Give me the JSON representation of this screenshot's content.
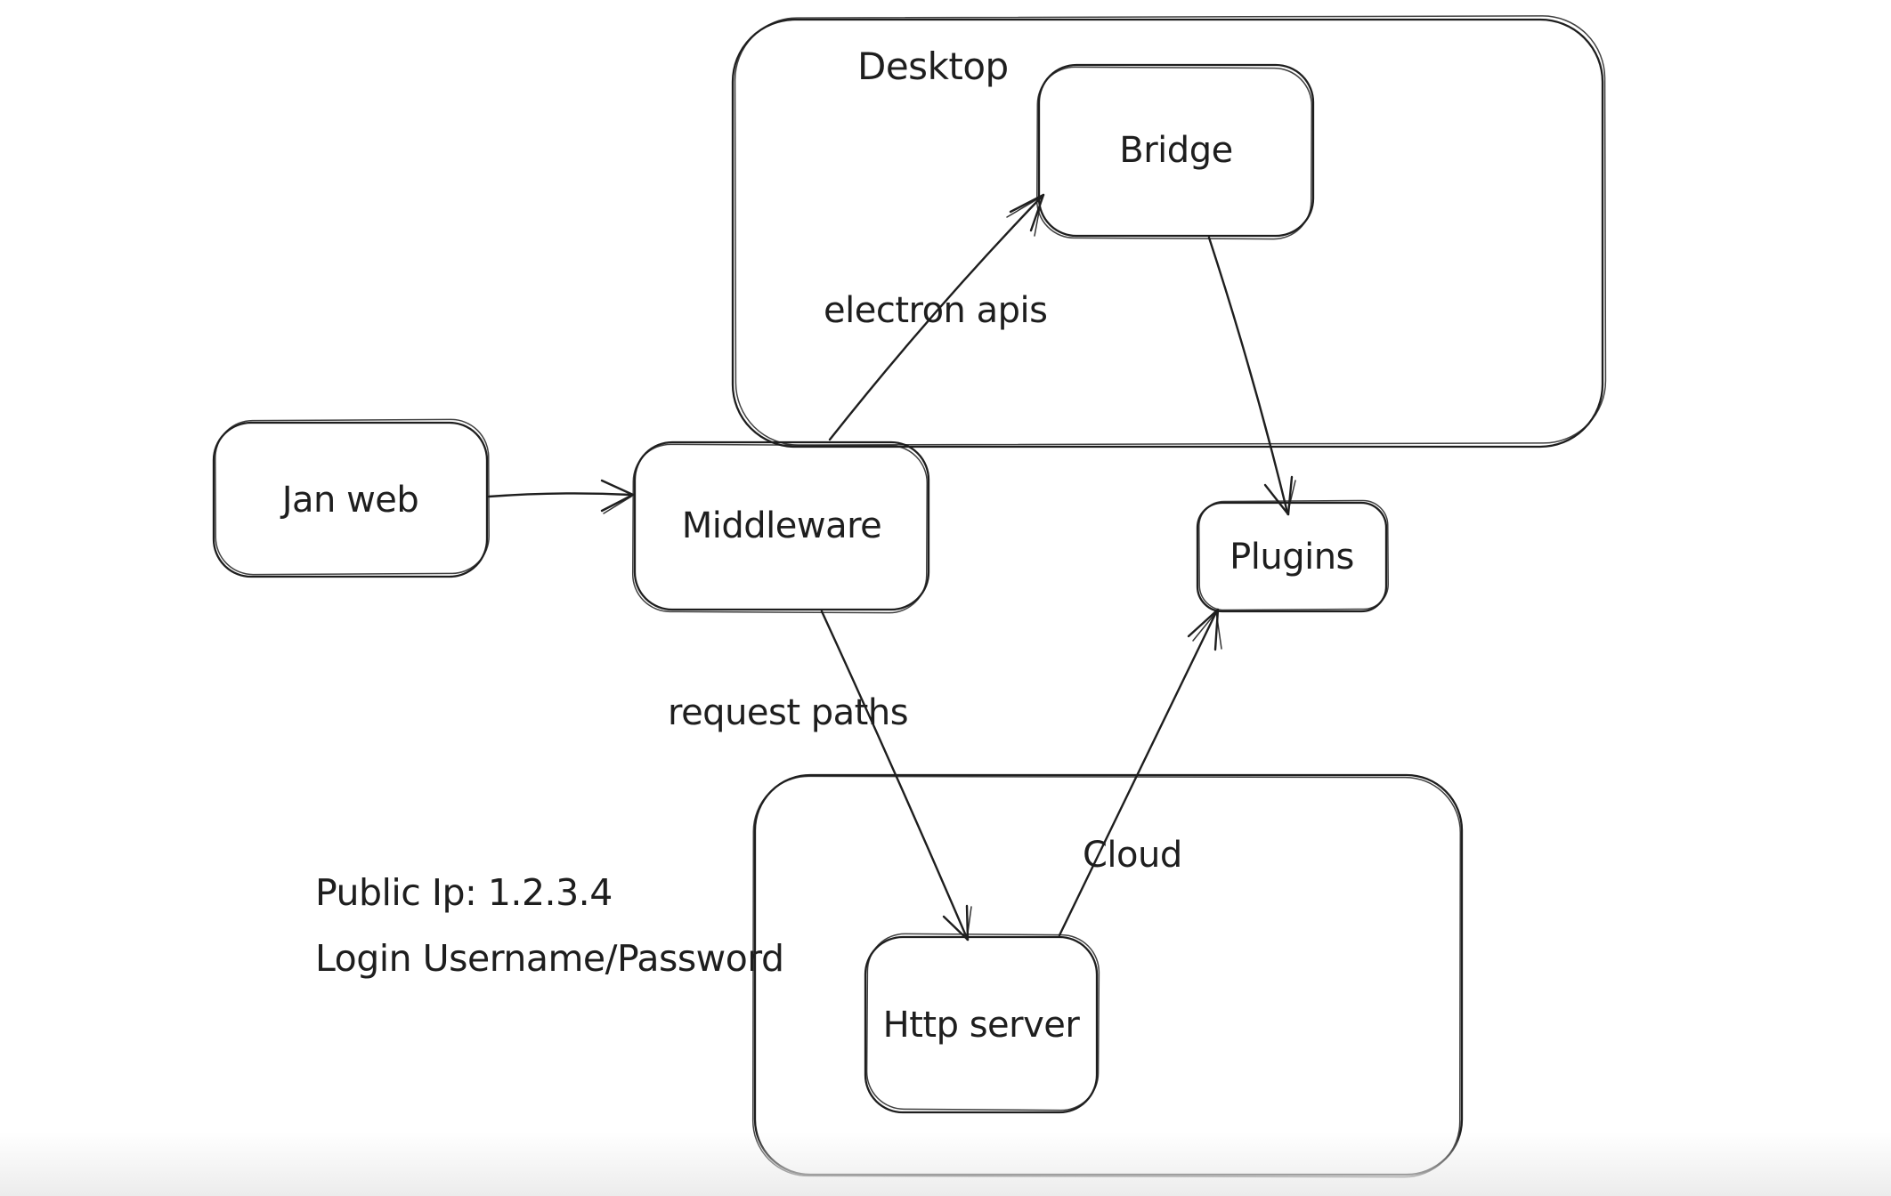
{
  "canvas": {
    "background": "#ffffff",
    "stroke_color": "#1e1e1e",
    "text_color": "#1e1e1e",
    "bottom_fade": "#ebebeb"
  },
  "containers": {
    "desktop": {
      "label": "Desktop"
    },
    "cloud": {
      "label": "Cloud"
    }
  },
  "nodes": {
    "jan_web": {
      "label": "Jan web"
    },
    "middleware": {
      "label": "Middleware"
    },
    "bridge": {
      "label": "Bridge"
    },
    "plugins": {
      "label": "Plugins"
    },
    "http_server": {
      "label": "Http server"
    }
  },
  "edge_labels": {
    "electron_apis": "electron apis",
    "request_paths": "request paths"
  },
  "annotations": {
    "line1": "Public Ip: 1.2.3.4",
    "line2": "Login Username/Password"
  }
}
